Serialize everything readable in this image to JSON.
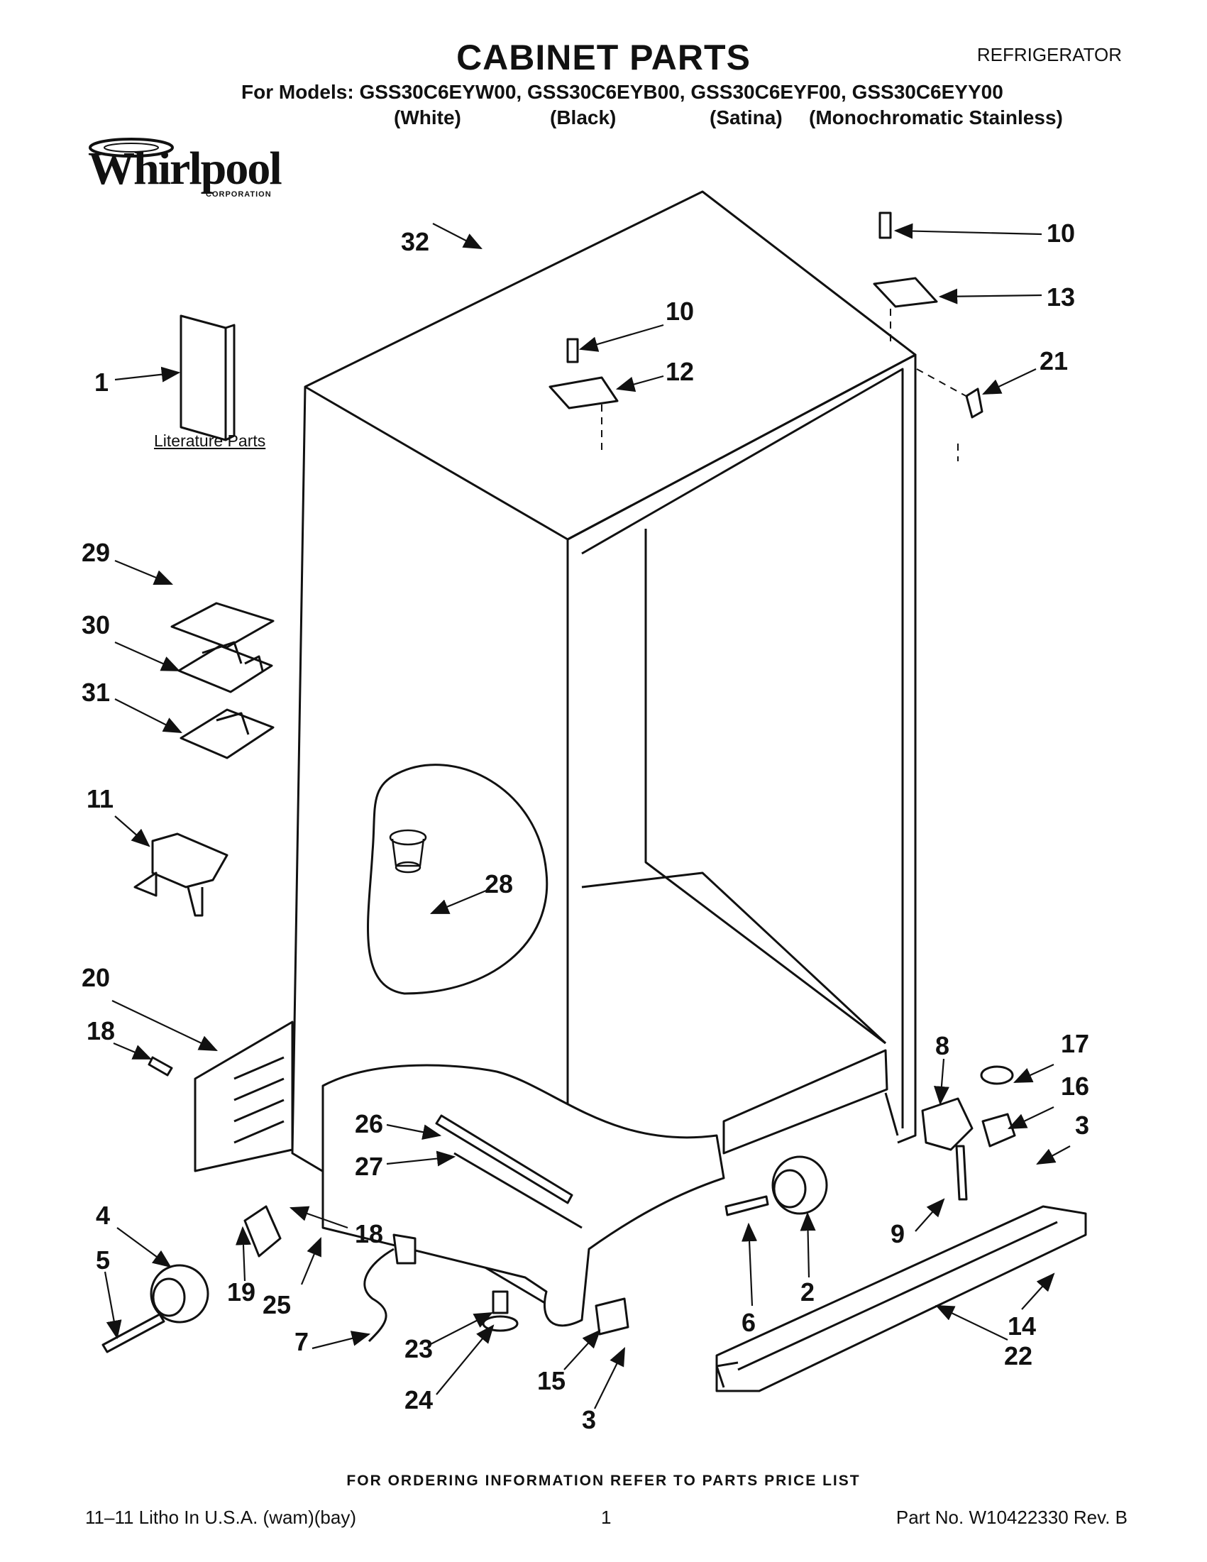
{
  "header": {
    "title": "CABINET PARTS",
    "category": "REFRIGERATOR",
    "models_line": "For Models: GSS30C6EYW00, GSS30C6EYB00, GSS30C6EYF00, GSS30C6EYY00",
    "variants": [
      "(White)",
      "(Black)",
      "(Satina)",
      "(Monochromatic Stainless)"
    ]
  },
  "brand": {
    "name": "Whirlpool",
    "sub": "CORPORATION"
  },
  "literature_label": "Literature Parts",
  "callouts": [
    "32",
    "10",
    "13",
    "21",
    "10",
    "12",
    "1",
    "29",
    "30",
    "31",
    "11",
    "28",
    "20",
    "18",
    "26",
    "27",
    "8",
    "17",
    "16",
    "3",
    "4",
    "5",
    "19",
    "18",
    "25",
    "7",
    "23",
    "24",
    "15",
    "3",
    "6",
    "2",
    "9",
    "14",
    "22"
  ],
  "footer": {
    "order_info": "FOR ORDERING INFORMATION REFER TO PARTS PRICE LIST",
    "litho": "11–11 Litho In U.S.A. (wam)(bay)",
    "page": "1",
    "part_no": "Part No. W10422330 Rev. B"
  }
}
